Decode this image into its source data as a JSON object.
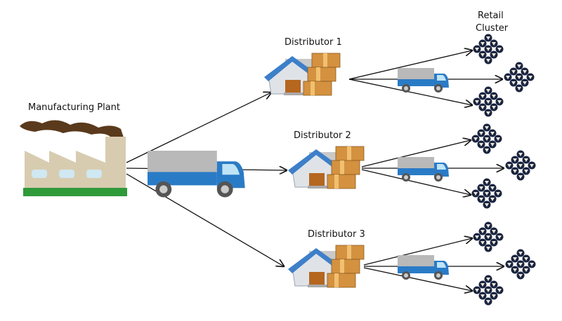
{
  "diagram": {
    "title": "Supply chain distribution network",
    "nodes": {
      "plant": {
        "label": "Manufacturing Plant",
        "icon": "factory-icon"
      },
      "distributors": [
        {
          "label": "Distributor 1",
          "icon": "warehouse-icon"
        },
        {
          "label": "Distributor 2",
          "icon": "warehouse-icon"
        },
        {
          "label": "Distributor 3",
          "icon": "warehouse-icon"
        }
      ],
      "retail": {
        "label_line1": "Retail",
        "label_line2": "Cluster",
        "icon": "people-cluster-icon",
        "count": 9
      }
    },
    "edges": [
      {
        "from": "Manufacturing Plant",
        "to": "Distributor 1"
      },
      {
        "from": "Manufacturing Plant",
        "to": "Distributor 2"
      },
      {
        "from": "Manufacturing Plant",
        "to": "Distributor 3"
      },
      {
        "from": "Distributor 1",
        "to": "Retail Cluster 1"
      },
      {
        "from": "Distributor 1",
        "to": "Retail Cluster 2"
      },
      {
        "from": "Distributor 1",
        "to": "Retail Cluster 3"
      },
      {
        "from": "Distributor 2",
        "to": "Retail Cluster 4"
      },
      {
        "from": "Distributor 2",
        "to": "Retail Cluster 5"
      },
      {
        "from": "Distributor 2",
        "to": "Retail Cluster 6"
      },
      {
        "from": "Distributor 3",
        "to": "Retail Cluster 7"
      },
      {
        "from": "Distributor 3",
        "to": "Retail Cluster 8"
      },
      {
        "from": "Distributor 3",
        "to": "Retail Cluster 9"
      }
    ],
    "colors": {
      "truck_blue": "#1f78c8",
      "truck_box": "#b8b8b8",
      "house_roof": "#3d7fc9",
      "box_brown": "#c88a3c",
      "factory": "#d8ccb0",
      "smoke": "#5a3a1c",
      "grass": "#2f9a3a",
      "people": "#1a2440"
    }
  }
}
